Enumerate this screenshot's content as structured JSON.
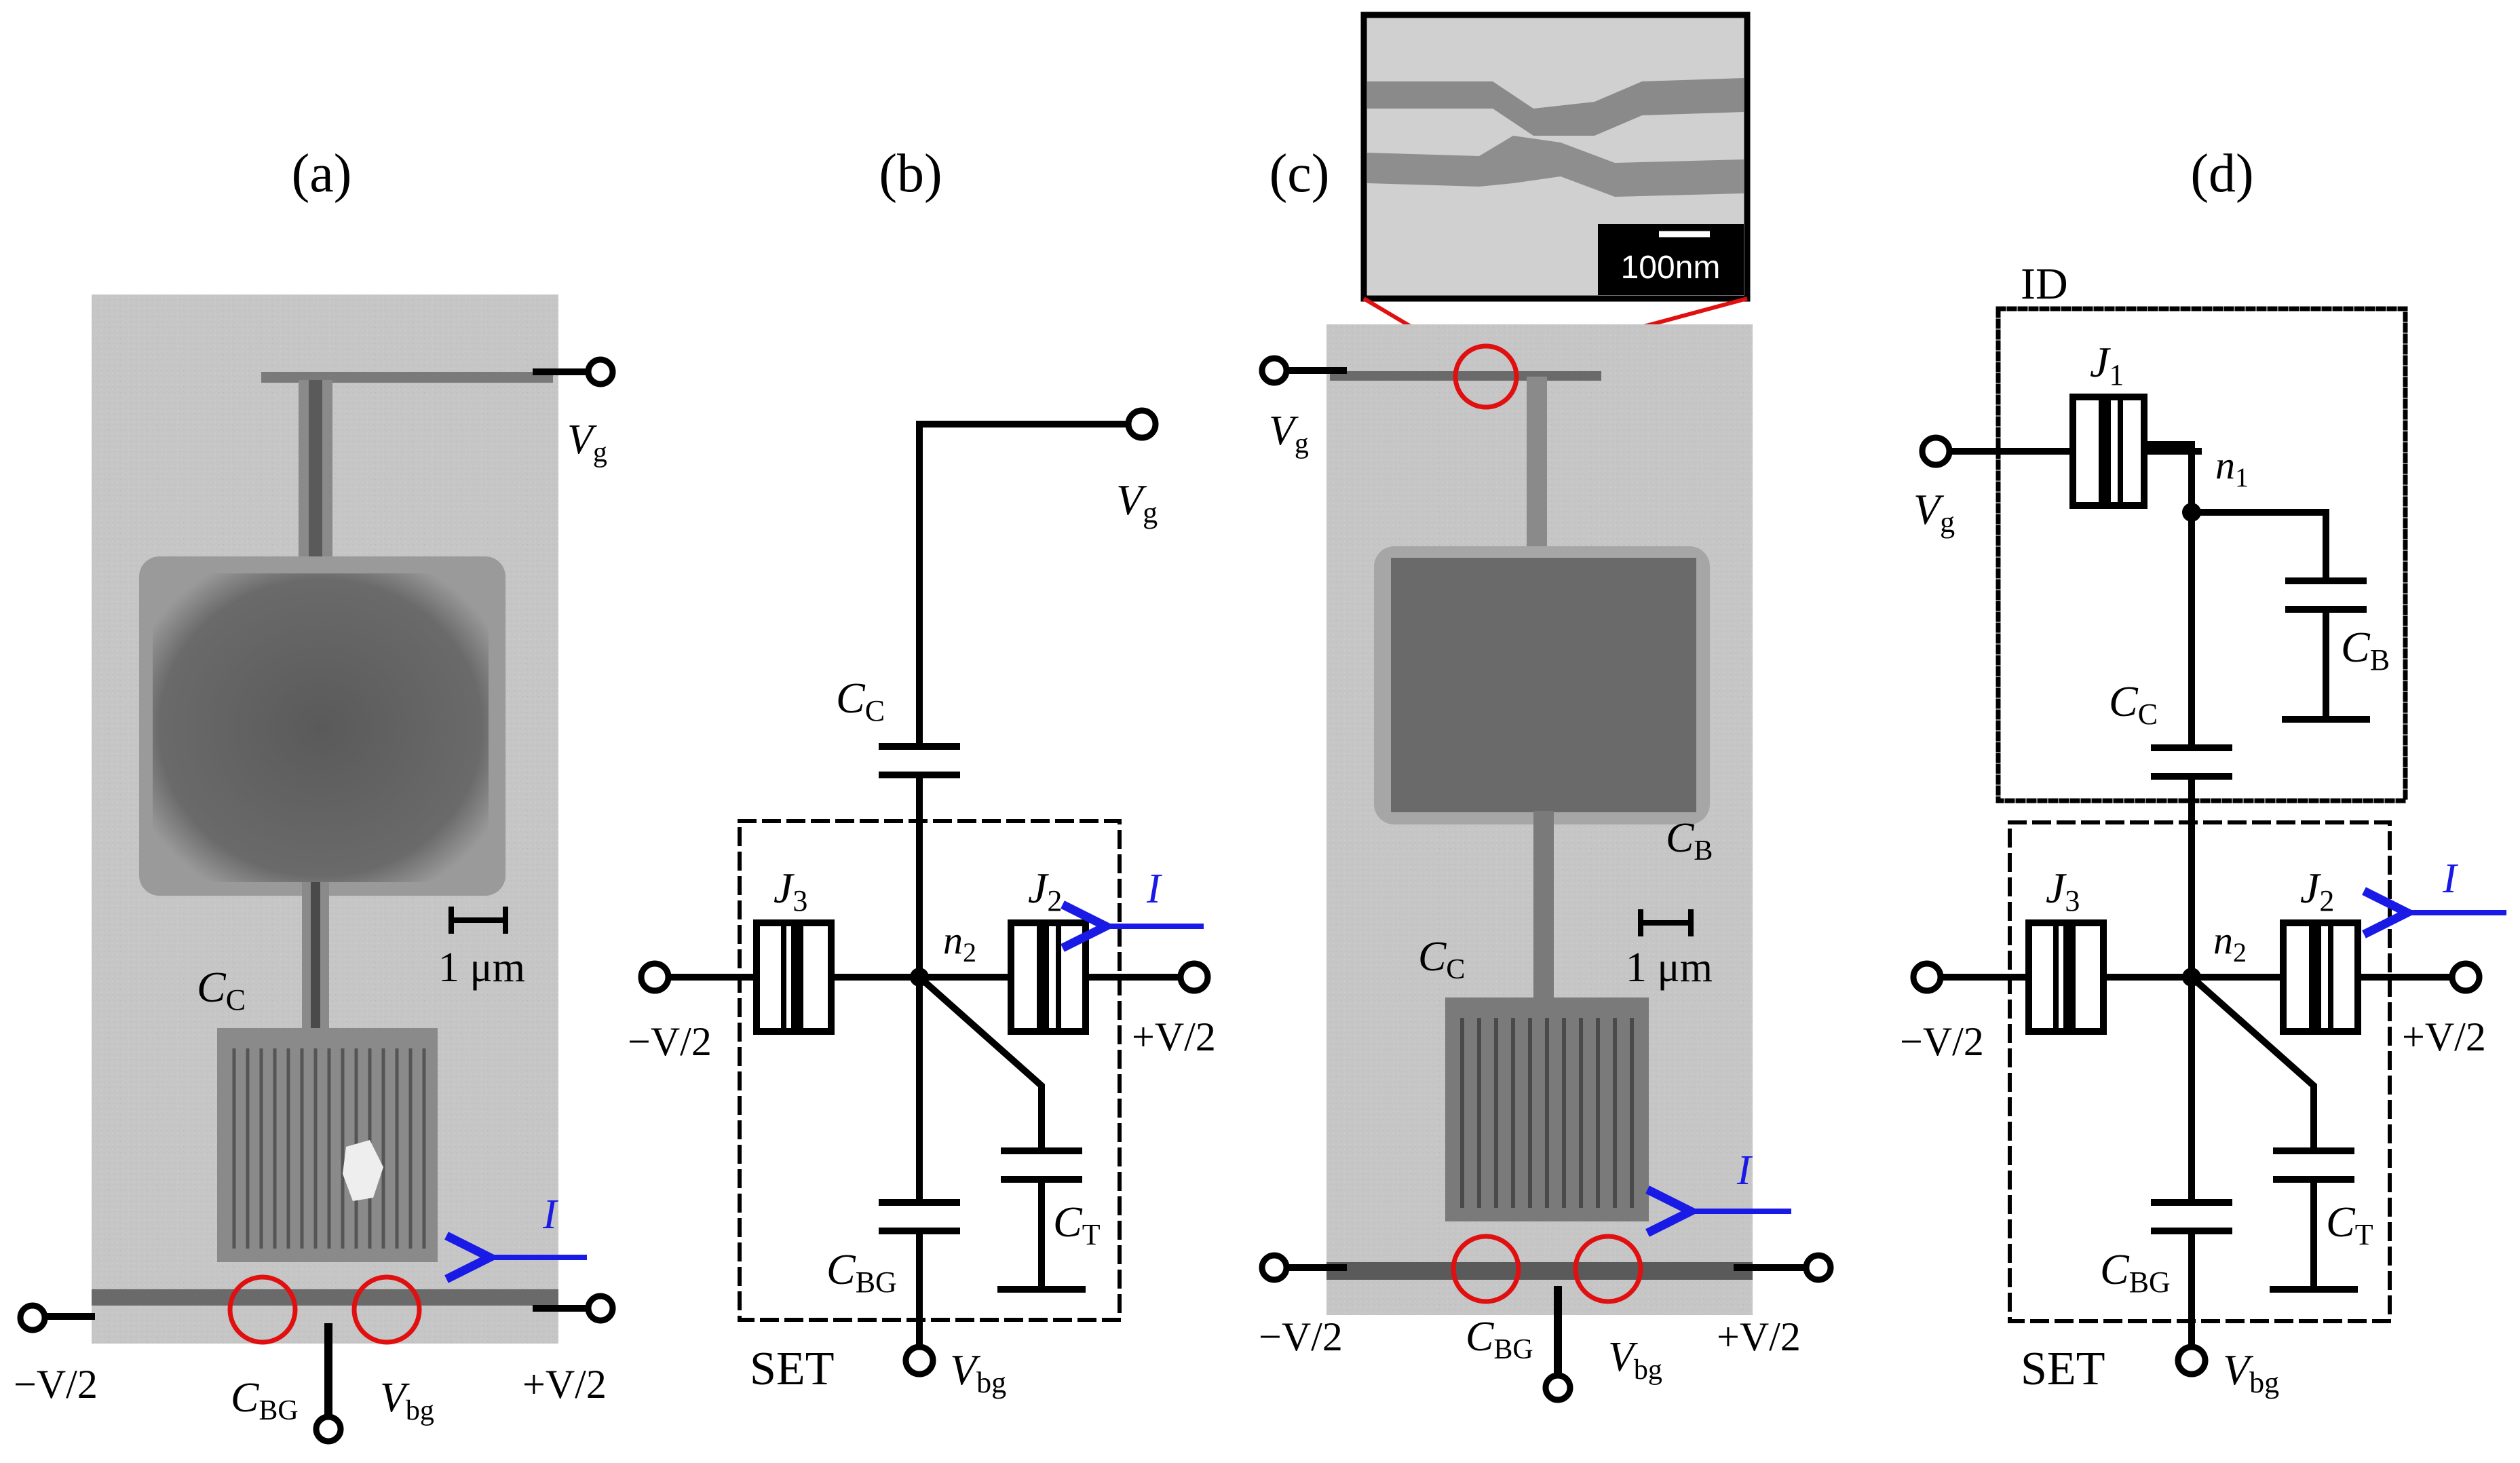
{
  "colors": {
    "wire": "#000000",
    "highlight_circle": "#e01010",
    "current_arrow": "#1a1ae6",
    "sem_background": "#c8c8c8"
  },
  "panel_labels": {
    "a": "(a)",
    "b": "(b)",
    "c": "(c)",
    "d": "(d)"
  },
  "panel_a": {
    "vg": {
      "main": "V",
      "sub": "g"
    },
    "cc": {
      "main": "C",
      "sub": "C"
    },
    "scale": "1 μm",
    "current": "I",
    "minus_v": "−V/2",
    "plus_v": "+V/2",
    "cbg": {
      "main": "C",
      "sub": "BG"
    },
    "vbg": {
      "main": "V",
      "sub": "bg"
    }
  },
  "panel_b": {
    "vg": {
      "main": "V",
      "sub": "g"
    },
    "cc": {
      "main": "C",
      "sub": "C"
    },
    "j3": {
      "main": "J",
      "sub": "3"
    },
    "j2": {
      "main": "J",
      "sub": "2"
    },
    "n2": {
      "main": "n",
      "sub": "2"
    },
    "current": "I",
    "minus_v": "−V/2",
    "plus_v": "+V/2",
    "ct": {
      "main": "C",
      "sub": "T"
    },
    "cbg": {
      "main": "C",
      "sub": "BG"
    },
    "set": "SET",
    "vbg": {
      "main": "V",
      "sub": "bg"
    }
  },
  "panel_c": {
    "vg": {
      "main": "V",
      "sub": "g"
    },
    "inset_scale": "100nm",
    "cb": {
      "main": "C",
      "sub": "B"
    },
    "cc": {
      "main": "C",
      "sub": "C"
    },
    "scale": "1 μm",
    "current": "I",
    "minus_v": "−V/2",
    "plus_v": "+V/2",
    "cbg": {
      "main": "C",
      "sub": "BG"
    },
    "vbg": {
      "main": "V",
      "sub": "bg"
    }
  },
  "panel_d": {
    "id": "ID",
    "j1": {
      "main": "J",
      "sub": "1"
    },
    "n1": {
      "main": "n",
      "sub": "1"
    },
    "vg": {
      "main": "V",
      "sub": "g"
    },
    "cb": {
      "main": "C",
      "sub": "B"
    },
    "cc": {
      "main": "C",
      "sub": "C"
    },
    "j3": {
      "main": "J",
      "sub": "3"
    },
    "j2": {
      "main": "J",
      "sub": "2"
    },
    "n2": {
      "main": "n",
      "sub": "2"
    },
    "current": "I",
    "minus_v": "−V/2",
    "plus_v": "+V/2",
    "ct": {
      "main": "C",
      "sub": "T"
    },
    "cbg": {
      "main": "C",
      "sub": "BG"
    },
    "set": "SET",
    "vbg": {
      "main": "V",
      "sub": "bg"
    }
  }
}
